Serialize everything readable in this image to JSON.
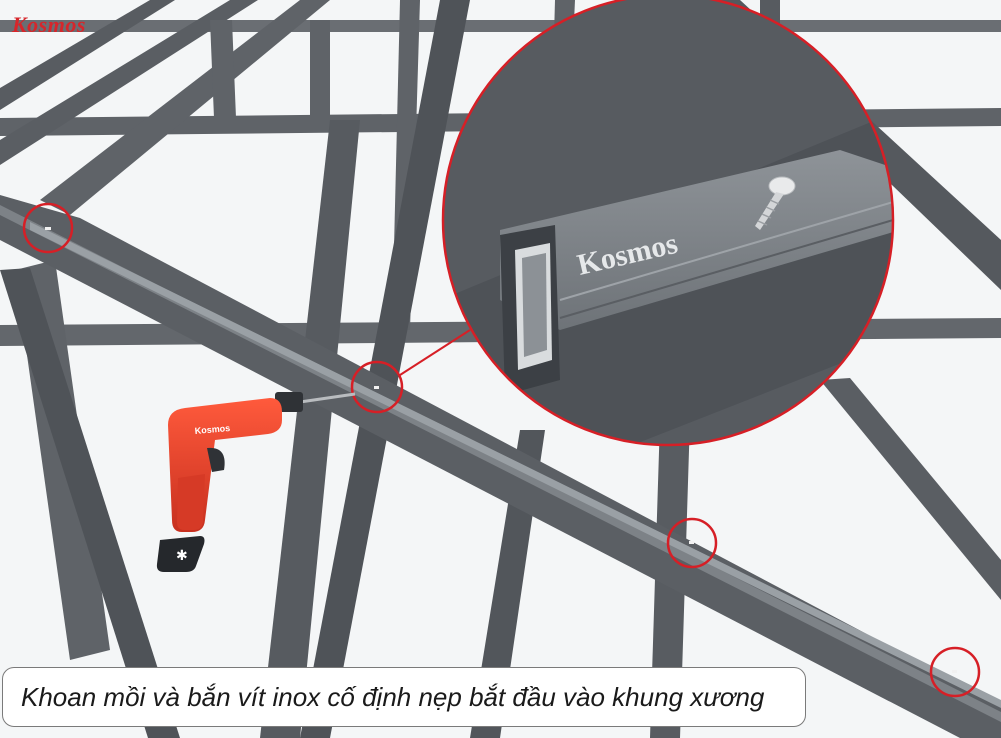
{
  "brand": {
    "logo_text": "Kosmos",
    "logo_color": "#d6262b",
    "profile_mark_text": "Kosmos",
    "drill_label": "Kosmos"
  },
  "caption": {
    "text": "Khoan mồi và bắn vít inox cố định nẹp bắt đầu vào khung xương"
  },
  "colors": {
    "steel": "#5d6166",
    "steel_dark": "#4a4e53",
    "steel_light": "#7a7e83",
    "highlight_ring": "#d61f26",
    "drill_body": "#e8402a",
    "sky": "#f4f6f7"
  },
  "icons": [
    "drill-icon",
    "screw-icon"
  ]
}
